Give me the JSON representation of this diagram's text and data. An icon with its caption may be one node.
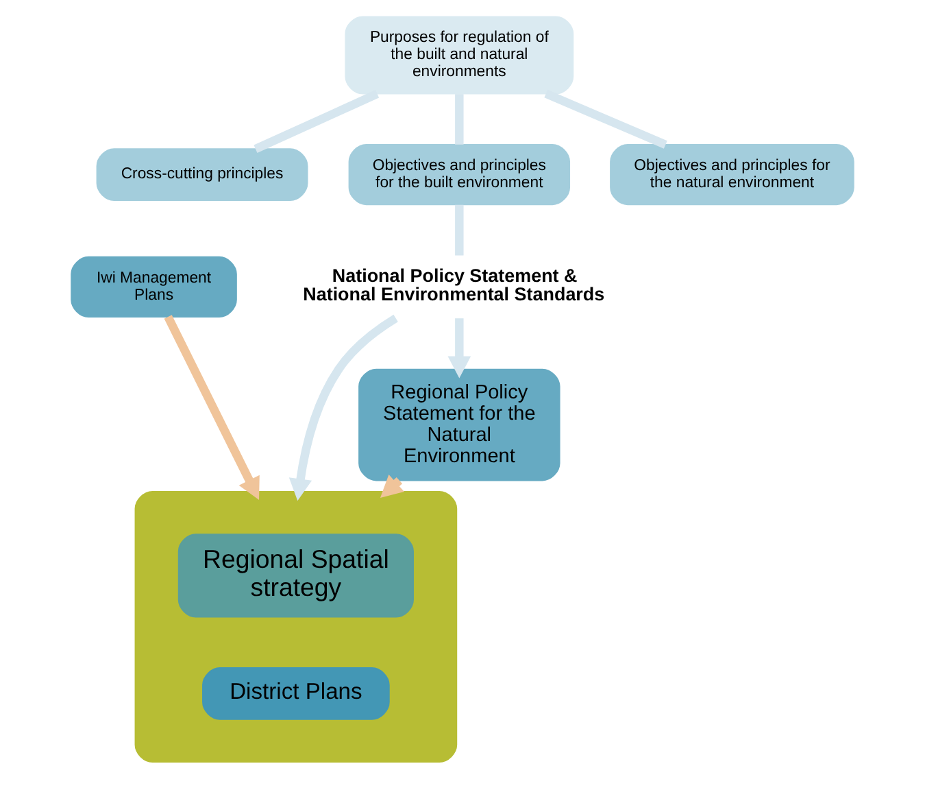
{
  "diagram": {
    "nodes": [
      {
        "text": [
          "Purposes for regulation of the built and natural environments"
        ]
      },
      {
        "text": [
          "Cross-cutting principles"
        ]
      },
      {
        "text": [
          "Objectives and principles for the built environment"
        ]
      },
      {
        "text": [
          "Objectives and principles for the natural environment"
        ]
      },
      {
        "text": [
          "National Policy Statement & National Environmental Standards"
        ]
      },
      {
        "text": [
          "Iwi Management Plans"
        ]
      },
      {
        "text": [
          "Regional Policy Statement for the Natural Environment"
        ]
      },
      {
        "text": [],
        "shape": "ellipse"
      },
      {
        "text": [
          "Regional Spatial strategy"
        ],
        "in": 7
      },
      {
        "text": [
          "District Plans"
        ],
        "in": 7
      }
    ],
    "edges": [
      {
        "from": 0,
        "to": 1,
        "arrow": "none"
      },
      {
        "from": 0,
        "to": 2,
        "arrow": "none"
      },
      {
        "from": 0,
        "to": 3,
        "arrow": "none"
      },
      {
        "from": 2,
        "to": 4,
        "arrow": "none"
      },
      {
        "from": 4,
        "to": 7,
        "arrow": "to"
      },
      {
        "from": 4,
        "to": 6,
        "arrow": "to"
      },
      {
        "from": 5,
        "to": 7,
        "arrow": "to",
        "color": "#f0c49a"
      },
      {
        "from": 6,
        "to": 7,
        "arrow": "to",
        "color": "#f0c49a"
      }
    ]
  }
}
